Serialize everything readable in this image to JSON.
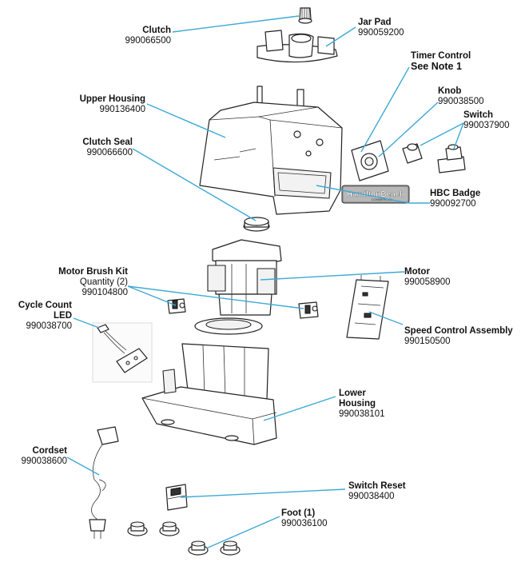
{
  "labels": {
    "clutch": {
      "title": "Clutch",
      "number": "990066500"
    },
    "jar_pad": {
      "title": "Jar Pad",
      "number": "990059200"
    },
    "timer_control": {
      "title": "Timer Control",
      "note": "See Note 1"
    },
    "knob": {
      "title": "Knob",
      "number": "990038500"
    },
    "switch": {
      "title": "Switch",
      "number": "990037900"
    },
    "upper_housing": {
      "title": "Upper Housing",
      "number": "990136400"
    },
    "clutch_seal": {
      "title": "Clutch Seal",
      "number": "990066600"
    },
    "hbc_badge": {
      "title": "HBC Badge",
      "number": "990092700",
      "badge_text": "HamiltonBeach",
      "badge_subtext": "COMMERCIAL"
    },
    "motor_brush_kit": {
      "title": "Motor Brush Kit",
      "quantity": "Quantity (2)",
      "number": "990104800"
    },
    "motor": {
      "title": "Motor",
      "number": "990058900"
    },
    "cycle_count_led": {
      "title_line1": "Cycle Count",
      "title_line2": "LED",
      "number": "990038700"
    },
    "speed_control_assembly": {
      "title": "Speed Control Assembly",
      "number": "990150500"
    },
    "lower_housing": {
      "title_line1": "Lower",
      "title_line2": "Housing",
      "number": "990038101"
    },
    "cordset": {
      "title": "Cordset",
      "number": "990038600"
    },
    "switch_reset": {
      "title": "Switch Reset",
      "number": "990038400"
    },
    "foot": {
      "title": "Foot (1)",
      "number": "990036100"
    }
  },
  "colors": {
    "leader": "#3ea9d6",
    "text": "#111111",
    "outline": "#222222"
  }
}
